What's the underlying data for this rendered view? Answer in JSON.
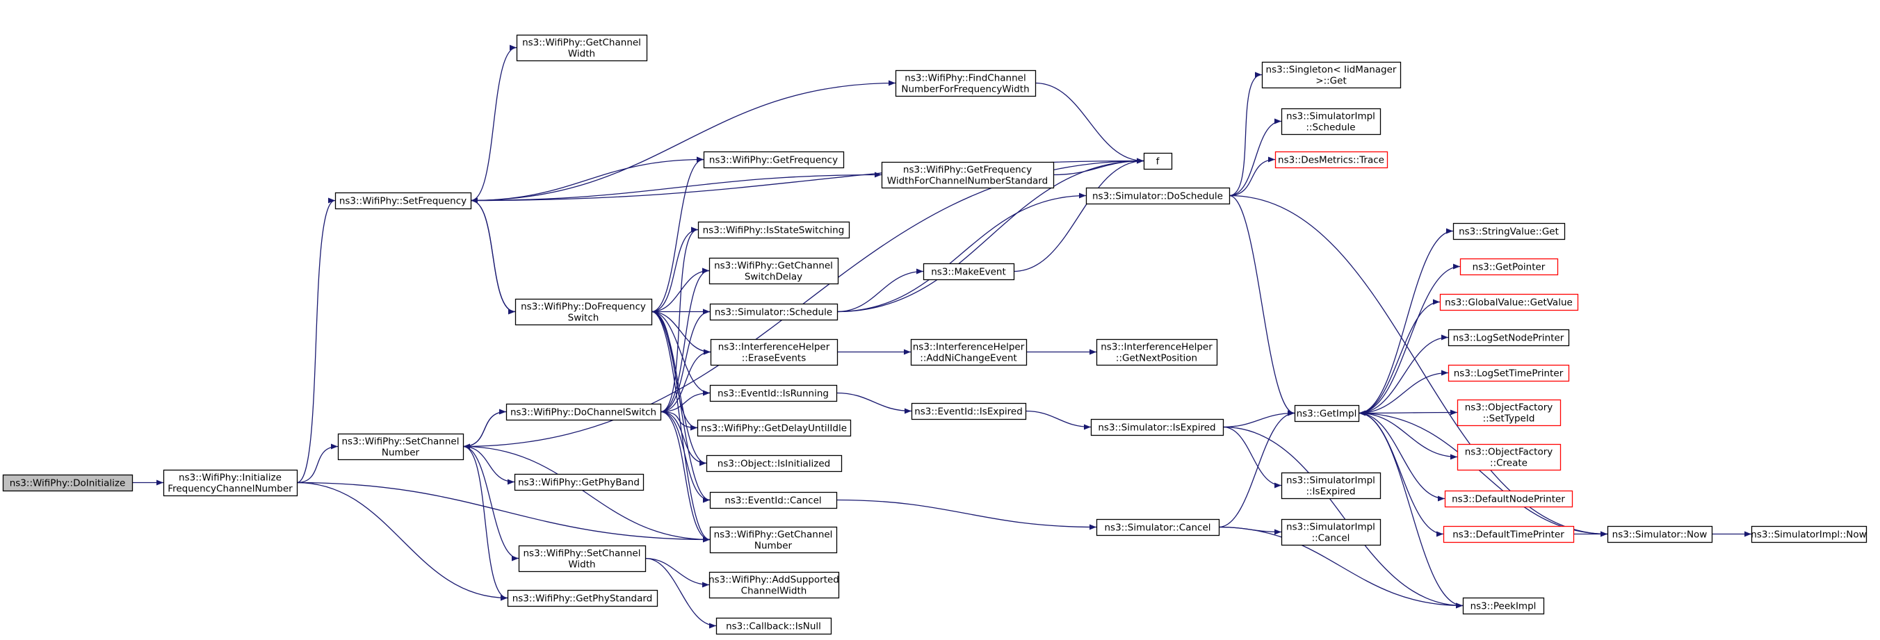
{
  "colors": {
    "edge": "#191970",
    "node_border": "#000000",
    "node_border_truncated": "#ff0000",
    "root_fill": "#bfbfbf",
    "node_fill": "#ffffff"
  },
  "nodes": [
    {
      "id": "n1",
      "lines": [
        "ns3::WifiPhy::DoInitialize"
      ],
      "kind": "root"
    },
    {
      "id": "n2",
      "lines": [
        "ns3::WifiPhy::Initialize",
        "FrequencyChannelNumber"
      ],
      "kind": "normal"
    },
    {
      "id": "n3",
      "lines": [
        "ns3::WifiPhy::SetFrequency"
      ],
      "kind": "normal"
    },
    {
      "id": "n4",
      "lines": [
        "ns3::WifiPhy::SetChannel",
        "Number"
      ],
      "kind": "normal"
    },
    {
      "id": "n5",
      "lines": [
        "ns3::WifiPhy::GetChannel",
        "Width"
      ],
      "kind": "normal"
    },
    {
      "id": "n6",
      "lines": [
        "ns3::WifiPhy::DoFrequency",
        "Switch"
      ],
      "kind": "normal"
    },
    {
      "id": "n7",
      "lines": [
        "ns3::WifiPhy::DoChannelSwitch"
      ],
      "kind": "normal"
    },
    {
      "id": "n8",
      "lines": [
        "ns3::WifiPhy::GetPhyBand"
      ],
      "kind": "normal"
    },
    {
      "id": "n9",
      "lines": [
        "ns3::WifiPhy::SetChannel",
        "Width"
      ],
      "kind": "normal"
    },
    {
      "id": "n10",
      "lines": [
        "ns3::WifiPhy::GetPhyStandard"
      ],
      "kind": "normal"
    },
    {
      "id": "n11",
      "lines": [
        "ns3::WifiPhy::GetFrequency"
      ],
      "kind": "normal"
    },
    {
      "id": "n12",
      "lines": [
        "ns3::WifiPhy::IsStateSwitching"
      ],
      "kind": "normal"
    },
    {
      "id": "n13",
      "lines": [
        "ns3::WifiPhy::GetChannel",
        "SwitchDelay"
      ],
      "kind": "normal"
    },
    {
      "id": "n14",
      "lines": [
        "ns3::Simulator::Schedule"
      ],
      "kind": "normal"
    },
    {
      "id": "n15",
      "lines": [
        "ns3::InterferenceHelper",
        "::EraseEvents"
      ],
      "kind": "normal"
    },
    {
      "id": "n16",
      "lines": [
        "ns3::EventId::IsRunning"
      ],
      "kind": "normal"
    },
    {
      "id": "n17",
      "lines": [
        "ns3::WifiPhy::GetDelayUntilIdle"
      ],
      "kind": "normal"
    },
    {
      "id": "n18",
      "lines": [
        "ns3::Object::IsInitialized"
      ],
      "kind": "normal"
    },
    {
      "id": "n19",
      "lines": [
        "ns3::EventId::Cancel"
      ],
      "kind": "normal"
    },
    {
      "id": "n20",
      "lines": [
        "ns3::WifiPhy::GetChannel",
        "Number"
      ],
      "kind": "normal"
    },
    {
      "id": "n21",
      "lines": [
        "ns3::WifiPhy::AddSupported",
        "ChannelWidth"
      ],
      "kind": "normal"
    },
    {
      "id": "n22",
      "lines": [
        "ns3::Callback::IsNull"
      ],
      "kind": "normal"
    },
    {
      "id": "n23",
      "lines": [
        "ns3::WifiPhy::FindChannel",
        "NumberForFrequencyWidth"
      ],
      "kind": "normal"
    },
    {
      "id": "n24",
      "lines": [
        "ns3::WifiPhy::GetFrequency",
        "WidthForChannelNumberStandard"
      ],
      "kind": "normal"
    },
    {
      "id": "n25",
      "lines": [
        "ns3::MakeEvent"
      ],
      "kind": "normal"
    },
    {
      "id": "n26",
      "lines": [
        "ns3::InterferenceHelper",
        "::AddNiChangeEvent"
      ],
      "kind": "normal"
    },
    {
      "id": "n27",
      "lines": [
        "ns3::EventId::IsExpired"
      ],
      "kind": "normal"
    },
    {
      "id": "n28",
      "lines": [
        "f"
      ],
      "kind": "normal"
    },
    {
      "id": "n29",
      "lines": [
        "ns3::Simulator::DoSchedule"
      ],
      "kind": "normal"
    },
    {
      "id": "n30",
      "lines": [
        "ns3::InterferenceHelper",
        "::GetNextPosition"
      ],
      "kind": "normal"
    },
    {
      "id": "n31",
      "lines": [
        "ns3::Simulator::IsExpired"
      ],
      "kind": "normal"
    },
    {
      "id": "n32",
      "lines": [
        "ns3::Simulator::Cancel"
      ],
      "kind": "normal"
    },
    {
      "id": "n33",
      "lines": [
        "ns3::Singleton< IidManager",
        " >::Get"
      ],
      "kind": "normal"
    },
    {
      "id": "n34",
      "lines": [
        "ns3::SimulatorImpl",
        "::Schedule"
      ],
      "kind": "normal"
    },
    {
      "id": "n35",
      "lines": [
        "ns3::DesMetrics::Trace"
      ],
      "kind": "truncated"
    },
    {
      "id": "n36",
      "lines": [
        "ns3::SimulatorImpl",
        "::IsExpired"
      ],
      "kind": "normal"
    },
    {
      "id": "n37",
      "lines": [
        "ns3::SimulatorImpl",
        "::Cancel"
      ],
      "kind": "normal"
    },
    {
      "id": "n38",
      "lines": [
        "ns3::GetImpl"
      ],
      "kind": "normal"
    },
    {
      "id": "n39",
      "lines": [
        "ns3::PeekImpl"
      ],
      "kind": "normal"
    },
    {
      "id": "n40",
      "lines": [
        "ns3::StringValue::Get"
      ],
      "kind": "normal"
    },
    {
      "id": "n41",
      "lines": [
        "ns3::GetPointer"
      ],
      "kind": "truncated"
    },
    {
      "id": "n42",
      "lines": [
        "ns3::GlobalValue::GetValue"
      ],
      "kind": "truncated"
    },
    {
      "id": "n43",
      "lines": [
        "ns3::LogSetNodePrinter"
      ],
      "kind": "normal"
    },
    {
      "id": "n44",
      "lines": [
        "ns3::LogSetTimePrinter"
      ],
      "kind": "truncated"
    },
    {
      "id": "n45",
      "lines": [
        "ns3::ObjectFactory",
        "::SetTypeId"
      ],
      "kind": "truncated"
    },
    {
      "id": "n46",
      "lines": [
        "ns3::ObjectFactory",
        "::Create"
      ],
      "kind": "truncated"
    },
    {
      "id": "n47",
      "lines": [
        "ns3::DefaultNodePrinter"
      ],
      "kind": "truncated"
    },
    {
      "id": "n48",
      "lines": [
        "ns3::DefaultTimePrinter"
      ],
      "kind": "truncated"
    },
    {
      "id": "n49",
      "lines": [
        "ns3::Simulator::Now"
      ],
      "kind": "normal"
    },
    {
      "id": "n50",
      "lines": [
        "ns3::SimulatorImpl::Now"
      ],
      "kind": "normal"
    }
  ],
  "edges": [
    [
      "n1",
      "n2"
    ],
    [
      "n2",
      "n3"
    ],
    [
      "n2",
      "n4"
    ],
    [
      "n2",
      "n10"
    ],
    [
      "n2",
      "n20"
    ],
    [
      "n3",
      "n5"
    ],
    [
      "n3",
      "n11"
    ],
    [
      "n3",
      "n23"
    ],
    [
      "n3",
      "n24"
    ],
    [
      "n3",
      "n6"
    ],
    [
      "n3",
      "n28"
    ],
    [
      "n4",
      "n7"
    ],
    [
      "n4",
      "n8"
    ],
    [
      "n4",
      "n9"
    ],
    [
      "n4",
      "n10"
    ],
    [
      "n4",
      "n20"
    ],
    [
      "n4",
      "n28"
    ],
    [
      "n6",
      "n3"
    ],
    [
      "n6",
      "n11"
    ],
    [
      "n6",
      "n12"
    ],
    [
      "n6",
      "n13"
    ],
    [
      "n6",
      "n14"
    ],
    [
      "n6",
      "n15"
    ],
    [
      "n6",
      "n16"
    ],
    [
      "n6",
      "n17"
    ],
    [
      "n6",
      "n18"
    ],
    [
      "n6",
      "n19"
    ],
    [
      "n6",
      "n20"
    ],
    [
      "n7",
      "n4"
    ],
    [
      "n7",
      "n12"
    ],
    [
      "n7",
      "n13"
    ],
    [
      "n7",
      "n14"
    ],
    [
      "n7",
      "n15"
    ],
    [
      "n7",
      "n16"
    ],
    [
      "n7",
      "n17"
    ],
    [
      "n7",
      "n18"
    ],
    [
      "n7",
      "n19"
    ],
    [
      "n7",
      "n20"
    ],
    [
      "n9",
      "n21"
    ],
    [
      "n9",
      "n22"
    ],
    [
      "n14",
      "n25"
    ],
    [
      "n14",
      "n28"
    ],
    [
      "n14",
      "n29"
    ],
    [
      "n15",
      "n26"
    ],
    [
      "n16",
      "n27"
    ],
    [
      "n19",
      "n32"
    ],
    [
      "n23",
      "n28"
    ],
    [
      "n24",
      "n28"
    ],
    [
      "n25",
      "n28"
    ],
    [
      "n26",
      "n30"
    ],
    [
      "n27",
      "n31"
    ],
    [
      "n29",
      "n33"
    ],
    [
      "n29",
      "n34"
    ],
    [
      "n29",
      "n35"
    ],
    [
      "n29",
      "n38"
    ],
    [
      "n29",
      "n49"
    ],
    [
      "n31",
      "n36"
    ],
    [
      "n31",
      "n38"
    ],
    [
      "n31",
      "n39"
    ],
    [
      "n32",
      "n37"
    ],
    [
      "n32",
      "n38"
    ],
    [
      "n32",
      "n39"
    ],
    [
      "n38",
      "n39"
    ],
    [
      "n38",
      "n40"
    ],
    [
      "n38",
      "n41"
    ],
    [
      "n38",
      "n42"
    ],
    [
      "n38",
      "n43"
    ],
    [
      "n38",
      "n44"
    ],
    [
      "n38",
      "n45"
    ],
    [
      "n38",
      "n46"
    ],
    [
      "n38",
      "n47"
    ],
    [
      "n38",
      "n48"
    ],
    [
      "n48",
      "n49"
    ],
    [
      "n49",
      "n50"
    ],
    [
      "n49",
      "n38"
    ]
  ]
}
